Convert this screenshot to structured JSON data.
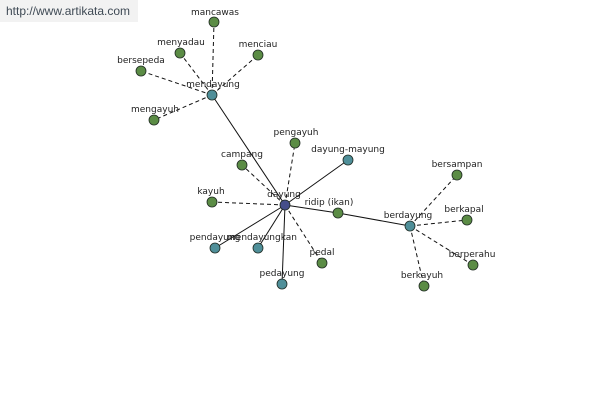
{
  "watermark": "http://www.artikata.com",
  "colors": {
    "root": "#454f8a",
    "hub": "#4f8f99",
    "leaf": "#5b8c45",
    "stroke": "#1f2a22",
    "edge": "#111111"
  },
  "nodes": [
    {
      "id": "dayung",
      "label": "dayung",
      "kind": "root"
    },
    {
      "id": "mendayung",
      "label": "mendayung",
      "kind": "hub"
    },
    {
      "id": "berdayung",
      "label": "berdayung",
      "kind": "hub"
    },
    {
      "id": "dayung-mayung",
      "label": "dayung-mayung",
      "kind": "hub"
    },
    {
      "id": "pendayung",
      "label": "pendayung",
      "kind": "hub"
    },
    {
      "id": "mendayungkan",
      "label": "mendayungkan",
      "kind": "hub"
    },
    {
      "id": "pedayung",
      "label": "pedayung",
      "kind": "hub"
    },
    {
      "id": "ridip",
      "label": "ridip (ikan)",
      "kind": "leaf"
    },
    {
      "id": "pengayuh",
      "label": "pengayuh",
      "kind": "leaf"
    },
    {
      "id": "campang",
      "label": "campang",
      "kind": "leaf"
    },
    {
      "id": "kayuh",
      "label": "kayuh",
      "kind": "leaf"
    },
    {
      "id": "pedal",
      "label": "pedal",
      "kind": "leaf"
    },
    {
      "id": "mancawas",
      "label": "mancawas",
      "kind": "leaf"
    },
    {
      "id": "menyadau",
      "label": "menyadau",
      "kind": "leaf"
    },
    {
      "id": "menciau",
      "label": "menciau",
      "kind": "leaf"
    },
    {
      "id": "bersepeda",
      "label": "bersepeda",
      "kind": "leaf"
    },
    {
      "id": "mengayuh",
      "label": "mengayuh",
      "kind": "leaf"
    },
    {
      "id": "bersampan",
      "label": "bersampan",
      "kind": "leaf"
    },
    {
      "id": "berkapal",
      "label": "berkapal",
      "kind": "leaf"
    },
    {
      "id": "berperahu",
      "label": "berperahu",
      "kind": "leaf"
    },
    {
      "id": "berkayuh",
      "label": "berkayuh",
      "kind": "leaf"
    }
  ],
  "edges": [
    {
      "from": "dayung",
      "to": "mendayung",
      "style": "solid"
    },
    {
      "from": "dayung",
      "to": "dayung-mayung",
      "style": "solid"
    },
    {
      "from": "dayung",
      "to": "pendayung",
      "style": "solid"
    },
    {
      "from": "dayung",
      "to": "mendayungkan",
      "style": "solid"
    },
    {
      "from": "dayung",
      "to": "pedayung",
      "style": "solid"
    },
    {
      "from": "dayung",
      "to": "ridip",
      "style": "solid"
    },
    {
      "from": "ridip",
      "to": "berdayung",
      "style": "solid"
    },
    {
      "from": "dayung",
      "to": "pengayuh",
      "style": "dashed"
    },
    {
      "from": "dayung",
      "to": "campang",
      "style": "dashed"
    },
    {
      "from": "dayung",
      "to": "kayuh",
      "style": "dashed"
    },
    {
      "from": "dayung",
      "to": "pedal",
      "style": "dashed"
    },
    {
      "from": "mendayung",
      "to": "mancawas",
      "style": "dashed"
    },
    {
      "from": "mendayung",
      "to": "menyadau",
      "style": "dashed"
    },
    {
      "from": "mendayung",
      "to": "menciau",
      "style": "dashed"
    },
    {
      "from": "mendayung",
      "to": "bersepeda",
      "style": "dashed"
    },
    {
      "from": "mendayung",
      "to": "mengayuh",
      "style": "dashed"
    },
    {
      "from": "berdayung",
      "to": "bersampan",
      "style": "dashed"
    },
    {
      "from": "berdayung",
      "to": "berkapal",
      "style": "dashed"
    },
    {
      "from": "berdayung",
      "to": "berperahu",
      "style": "dashed"
    },
    {
      "from": "berdayung",
      "to": "berkayuh",
      "style": "dashed"
    }
  ]
}
